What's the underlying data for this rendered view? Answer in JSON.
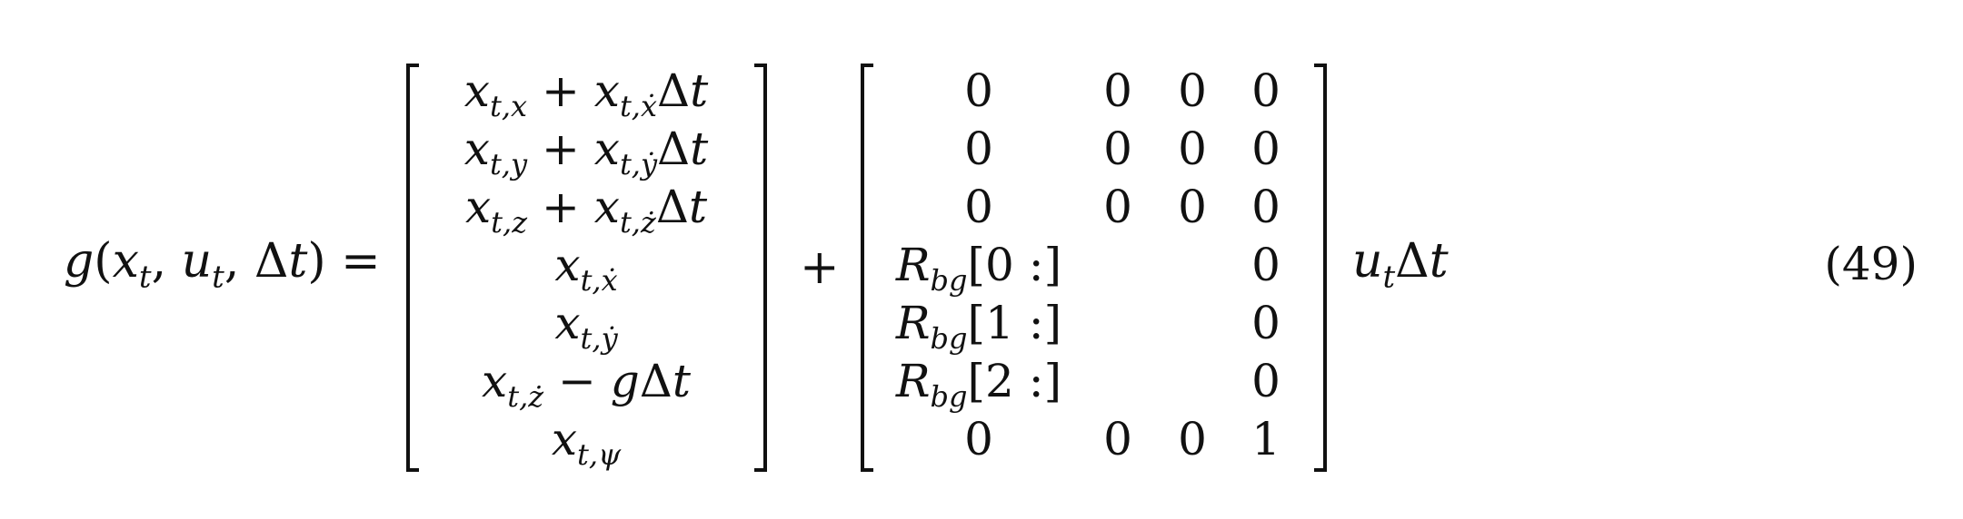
{
  "equation": {
    "lhs_text": "g(x_t, u_t, Δt) =",
    "vector_rows": [
      "x_{t,x} + x_{t,ẋ}Δt",
      "x_{t,y} + x_{t,ẏ}Δt",
      "x_{t,z} + x_{t,ż}Δt",
      "x_{t,ẋ}",
      "x_{t,ẏ}",
      "x_{t,ż} − gΔt",
      "x_{t,ψ}"
    ],
    "plus": "+",
    "matrix_rows": [
      [
        "0",
        "0",
        "0",
        "0"
      ],
      [
        "0",
        "0",
        "0",
        "0"
      ],
      [
        "0",
        "0",
        "0",
        "0"
      ],
      [
        "R_{bg}[0 :]",
        "",
        "",
        "0"
      ],
      [
        "R_{bg}[1 :]",
        "",
        "",
        "0"
      ],
      [
        "R_{bg}[2 :]",
        "",
        "",
        "0"
      ],
      [
        "0",
        "0",
        "0",
        "1"
      ]
    ],
    "trailing": "u_tΔt",
    "number": "(49)"
  }
}
